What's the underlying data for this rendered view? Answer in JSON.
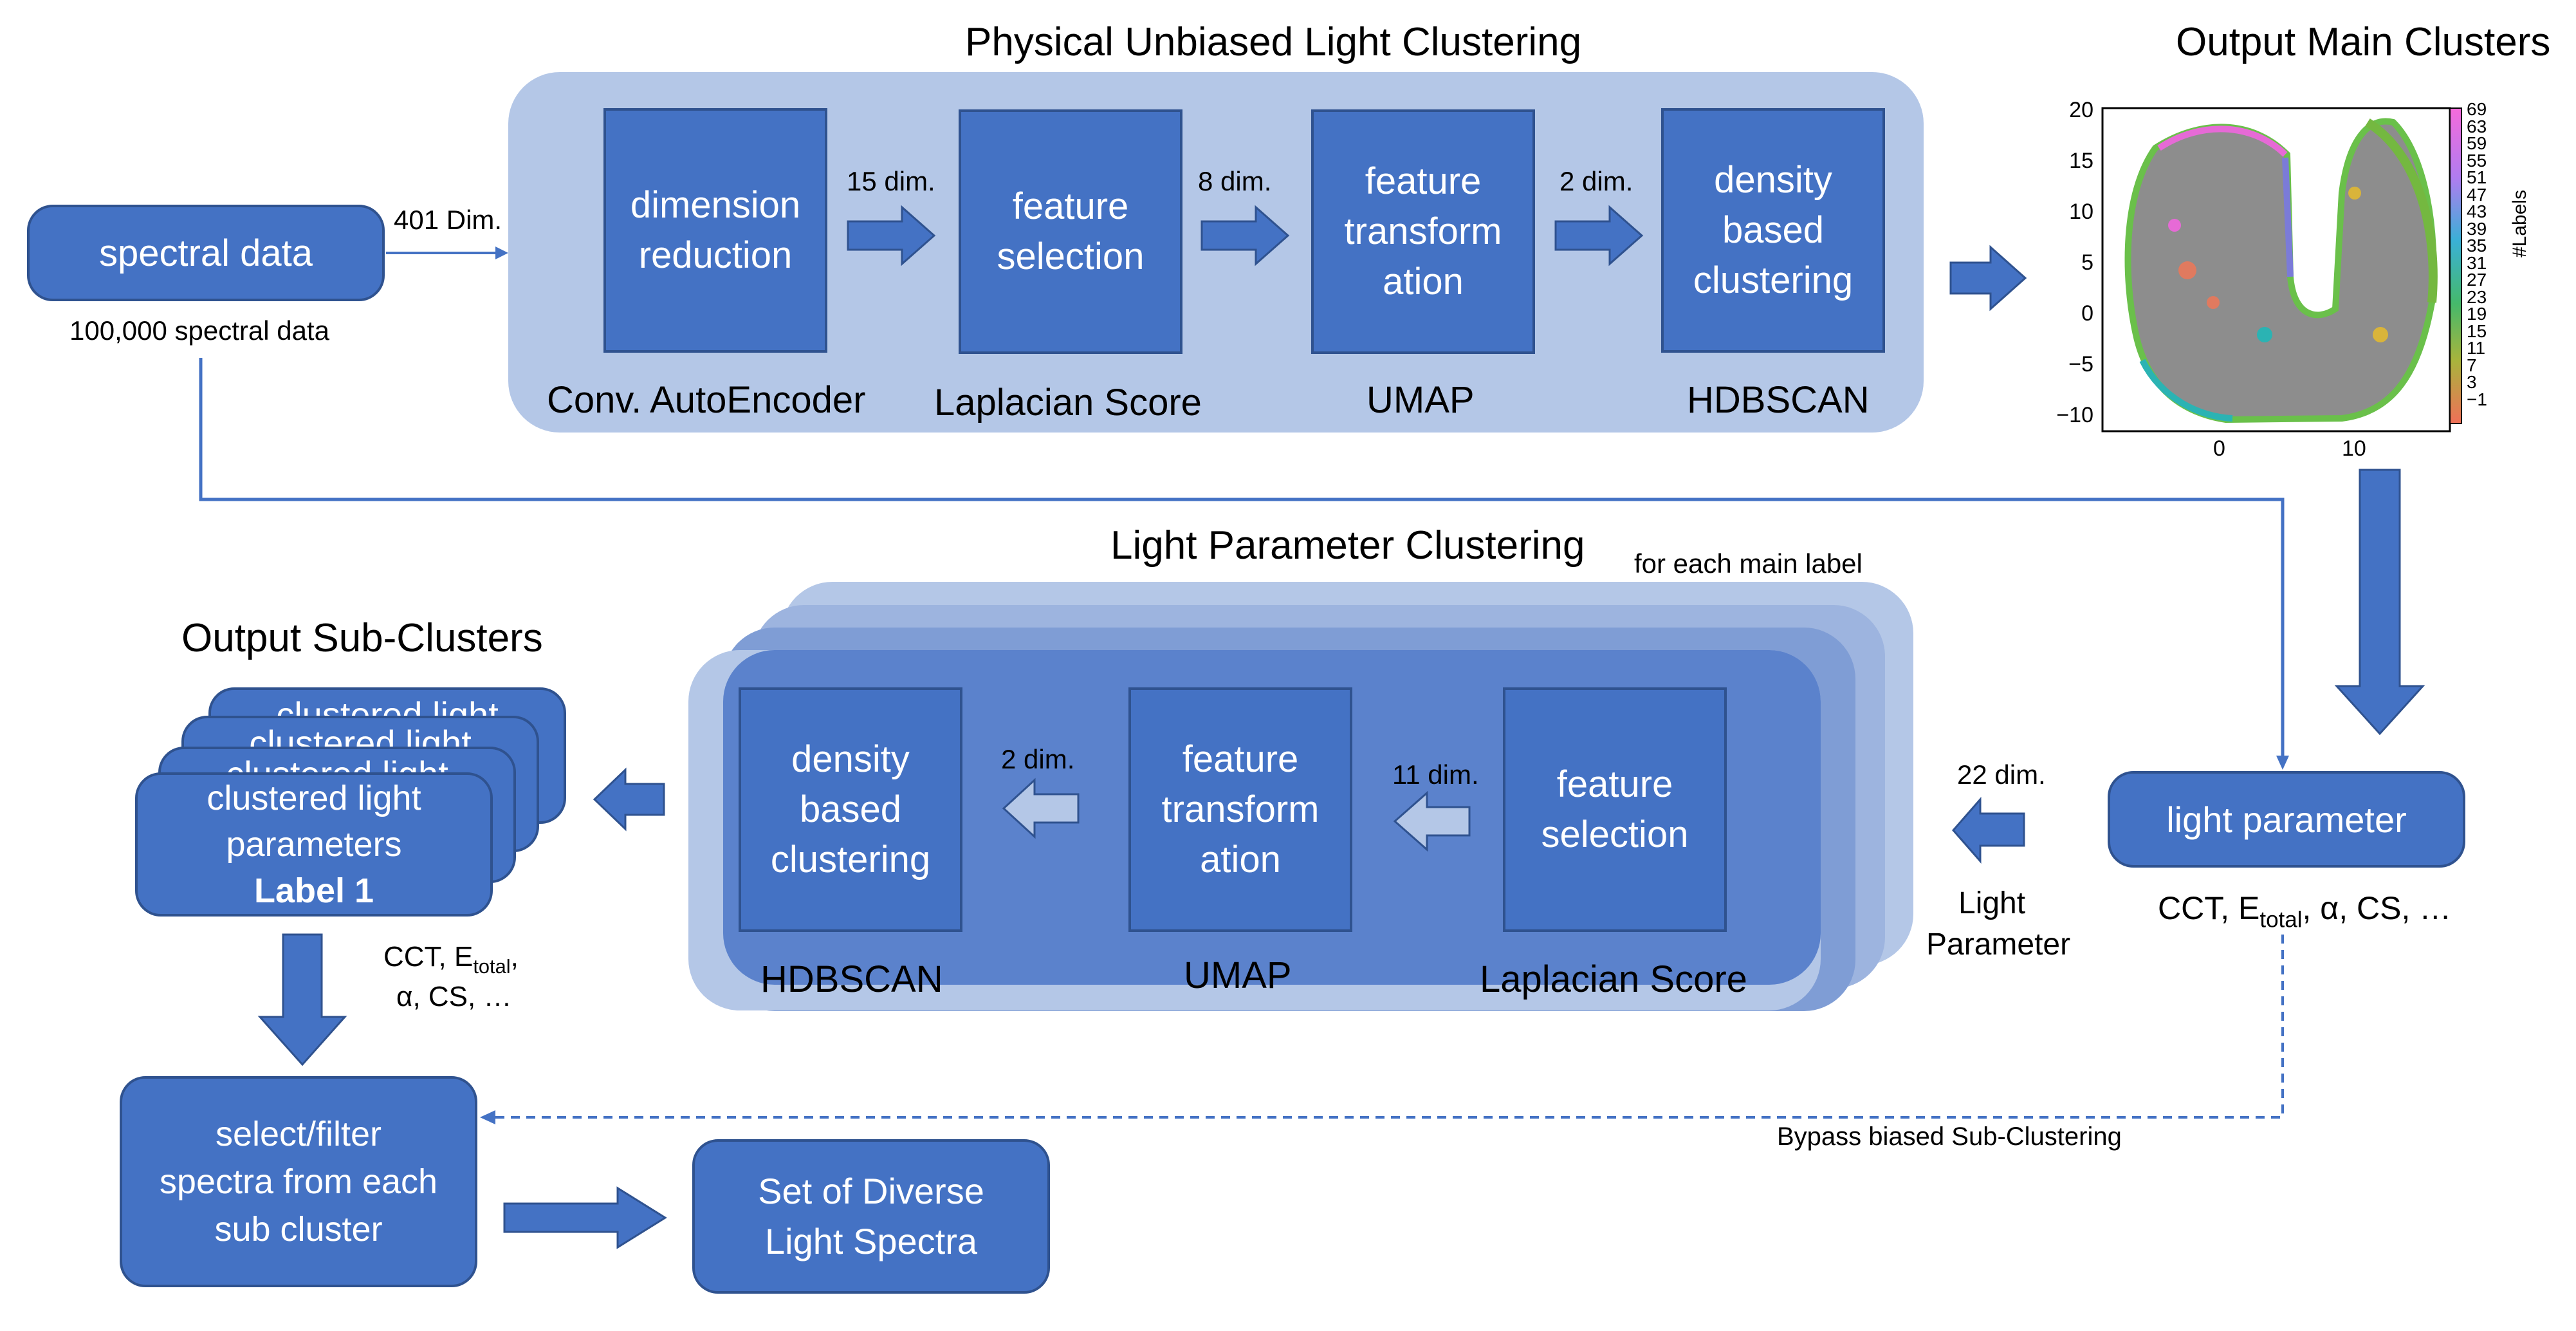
{
  "top_section": {
    "title": "Physical Unbiased Light Clustering",
    "steps": [
      {
        "box": "dimension reduction",
        "method": "Conv. AutoEncoder"
      },
      {
        "box": "feature selection",
        "method": "Laplacian Score"
      },
      {
        "box": "feature transform ation",
        "method": "UMAP"
      },
      {
        "box": "density based clustering",
        "method": "HDBSCAN"
      }
    ],
    "dims": [
      "15 dim.",
      "8 dim.",
      "2 dim."
    ]
  },
  "input": {
    "box": "spectral data",
    "dim_label": "401 Dim.",
    "caption": "100,000 spectral data"
  },
  "output_main": {
    "title": "Output Main Clusters",
    "colorbar_label": "#Labels",
    "colorbar_ticks": [
      "69",
      "63",
      "59",
      "55",
      "51",
      "47",
      "43",
      "39",
      "35",
      "31",
      "27",
      "23",
      "19",
      "15",
      "11",
      "7",
      "3",
      "−1"
    ],
    "y_ticks": [
      "20",
      "15",
      "10",
      "5",
      "0",
      "−5",
      "−10"
    ],
    "x_ticks": [
      "0",
      "10"
    ]
  },
  "light_param": {
    "box": "light parameter",
    "caption_prefix": "CCT, E",
    "caption_sub": "total",
    "caption_suffix": ", α, CS, …"
  },
  "sub_section": {
    "title": "Light Parameter Clustering",
    "note": "for each main label",
    "steps": [
      {
        "box": "density based clustering",
        "method": "HDBSCAN"
      },
      {
        "box": "feature transform ation",
        "method": "UMAP"
      },
      {
        "box": "feature selection",
        "method": "Laplacian Score"
      }
    ],
    "dims": [
      "2 dim.",
      "11 dim."
    ],
    "input_dim": "22 dim.",
    "input_label_line1": "Light",
    "input_label_line2": "Parameter"
  },
  "output_sub": {
    "title": "Output Sub-Clusters",
    "card_back_text": "clustered light",
    "card_front_line1": "clustered light",
    "card_front_line2": "parameters",
    "card_front_line3": "Label 1",
    "params_prefix": "CCT, E",
    "params_sub": "total",
    "params_suffix": ",",
    "params_line2": "α, CS, …"
  },
  "select_box": {
    "line1": "select/filter",
    "line2": "spectra from each",
    "line3": "sub cluster"
  },
  "result_box": {
    "line1": "Set of Diverse",
    "line2": "Light Spectra"
  },
  "bypass_label": "Bypass biased Sub-Clustering",
  "colors": {
    "box": "#4472c4",
    "border": "#2f528f",
    "panel": "#b4c7e7",
    "line": "#4472c4"
  }
}
